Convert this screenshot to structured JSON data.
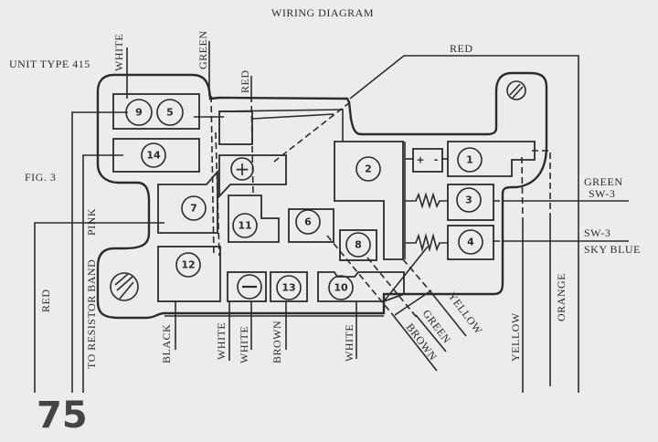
{
  "title": "WIRING DIAGRAM",
  "unit_type": "UNIT TYPE 415",
  "figure": "FIG. 3",
  "page_number": "75",
  "terminals": {
    "t1": "1",
    "t2": "2",
    "t3": "3",
    "t4": "4",
    "t5": "5",
    "t6": "6",
    "t7": "7",
    "t8": "8",
    "t9": "9",
    "t10": "10",
    "t11": "11",
    "t12": "12",
    "t13": "13",
    "t14": "14"
  },
  "symbols": {
    "positive": "+",
    "negative": "—",
    "cap_plus": "+",
    "cap_minus": "-"
  },
  "wires": {
    "white_top": "WHITE",
    "green_top": "GREEN",
    "red_top": "RED",
    "red_upper": "RED",
    "green_right": "GREEN",
    "sw3_right_1": "SW-3",
    "sw3_right_2": "SW-3",
    "sky_blue": "SKY BLUE",
    "pink": "PINK",
    "to_resistor_band": "TO RESISTOR BAND",
    "red_left": "RED",
    "black": "BLACK",
    "white_1": "WHITE",
    "white_2": "WHITE",
    "brown": "BROWN",
    "white_3": "WHITE",
    "brown_diag": "BROWN",
    "green_diag": "GREEN",
    "yellow_diag": "YELLOW",
    "yellow_right": "YELLOW",
    "orange": "ORANGE"
  }
}
